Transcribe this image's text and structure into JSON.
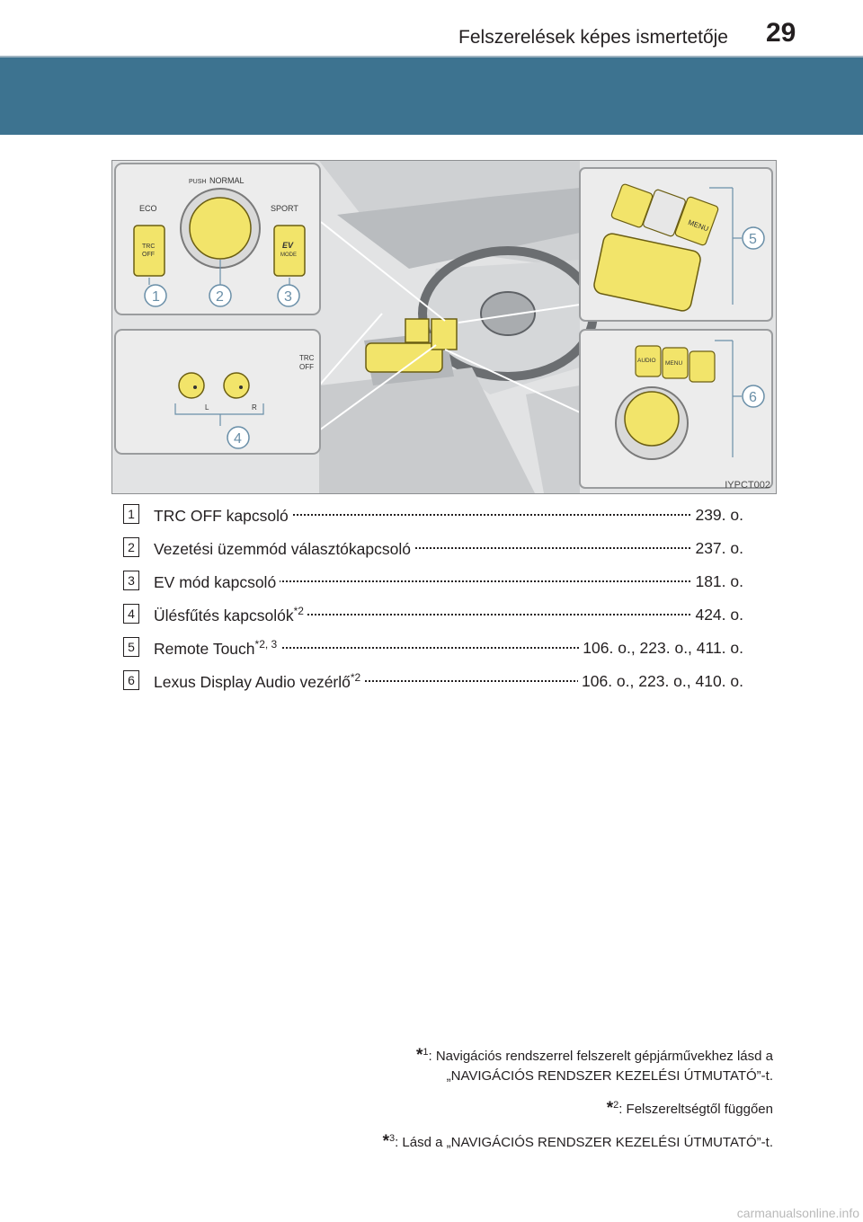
{
  "header": {
    "title": "Felszerelések képes ismertetője",
    "page_number": "29"
  },
  "figure": {
    "code": "IYPCT002",
    "callouts": [
      "1",
      "2",
      "3",
      "4",
      "5",
      "6"
    ],
    "panel_top_left": {
      "labels": [
        "PUSH",
        "NORMAL",
        "ECO",
        "SPORT",
        "TRC",
        "OFF",
        "EV",
        "MODE"
      ]
    },
    "panel_bottom_left": {
      "labels": [
        "L",
        "R",
        "TRC",
        "OFF"
      ]
    },
    "panel_top_right": {
      "labels": [
        "MENU"
      ]
    },
    "panel_bottom_right": {
      "labels": [
        "AUDIO",
        "MENU"
      ]
    },
    "colors": {
      "button_yellow": "#f2e46a",
      "outline": "#4a4a4a"
    }
  },
  "items": [
    {
      "num": "1",
      "name": "TRC OFF kapcsoló",
      "sup": "",
      "ref": "239. o."
    },
    {
      "num": "2",
      "name": "Vezetési üzemmód választókapcsoló",
      "sup": "",
      "ref": "237. o."
    },
    {
      "num": "3",
      "name": "EV mód kapcsoló",
      "sup": "",
      "ref": "181. o."
    },
    {
      "num": "4",
      "name": "Ülésfűtés kapcsolók",
      "sup": "*2",
      "ref": "424. o."
    },
    {
      "num": "5",
      "name": "Remote Touch",
      "sup": "*2, 3",
      "ref": "106. o., 223. o., 411. o."
    },
    {
      "num": "6",
      "name": "Lexus Display Audio vezérlő",
      "sup": "*2",
      "ref": "106. o., 223. o., 410. o."
    }
  ],
  "notes": [
    {
      "mark": "*",
      "num": "1",
      "line1": ": Navigációs rendszerrel felszerelt gépjárművekhez lásd a",
      "line2": "„NAVIGÁCIÓS RENDSZER KEZELÉSI ÚTMUTATÓ”-t."
    },
    {
      "mark": "*",
      "num": "2",
      "line1": ": Felszereltségtől függően",
      "line2": ""
    },
    {
      "mark": "*",
      "num": "3",
      "line1": ": Lásd a „NAVIGÁCIÓS RENDSZER KEZELÉSI ÚTMUTATÓ”-t.",
      "line2": ""
    }
  ],
  "watermark": "carmanualsonline.info"
}
